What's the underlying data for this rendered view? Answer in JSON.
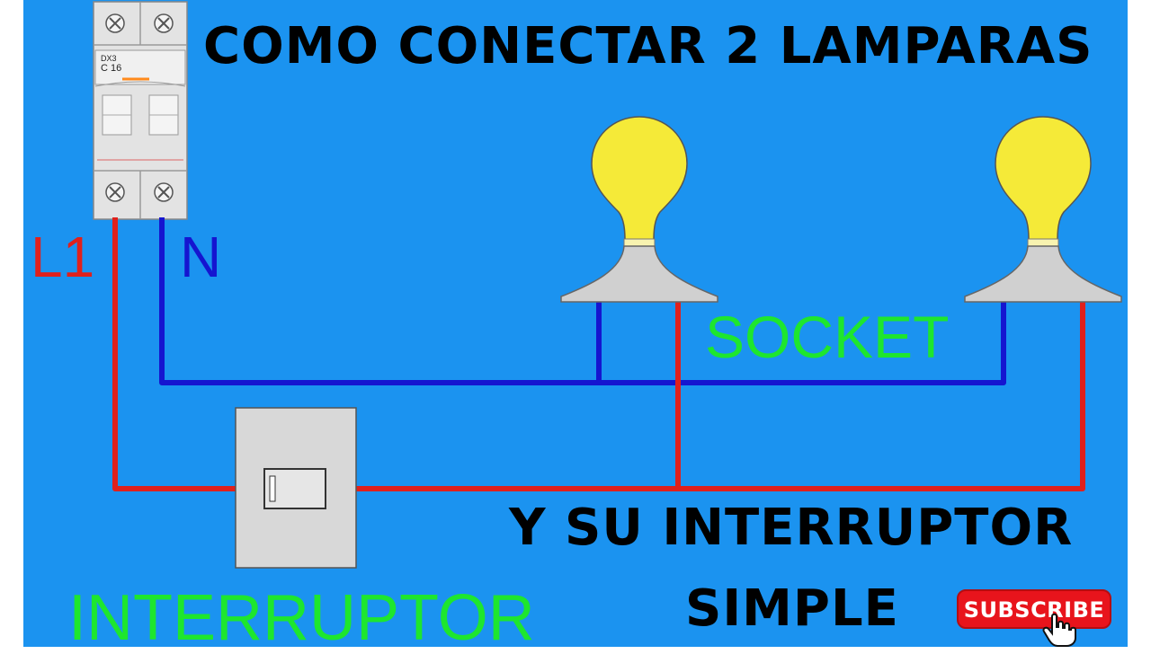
{
  "title": {
    "line1": "COMO CONECTAR 2 LAMPARAS",
    "line2": "Y SU INTERRUPTOR",
    "line3": "SIMPLE"
  },
  "labels": {
    "line": "L1",
    "neutral": "N",
    "socket": "SOCKET",
    "switch": "INTERRUPTOR"
  },
  "breaker": {
    "brand": "DX3",
    "rating": "C 16"
  },
  "subscribe_button": {
    "label": "SUBSCRIBE"
  },
  "icons": [
    "screw-icon",
    "bulb-icon",
    "switch-rocker-icon",
    "hand-cursor-icon"
  ],
  "colors": {
    "background": "#1b93f0",
    "line_wire": "#e0201c",
    "neutral_wire": "#1515d0",
    "bulb": "#f5ea38",
    "socket": "#d0d0d0",
    "accent_label": "#1ee62e",
    "subscribe": "#e8141c"
  }
}
